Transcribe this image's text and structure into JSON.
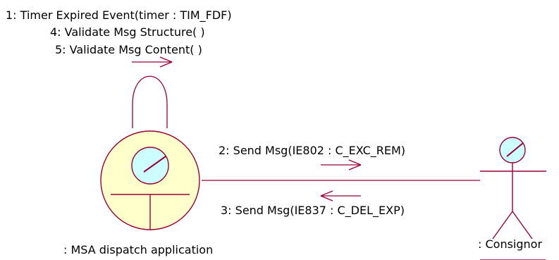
{
  "colors": {
    "line": "#990033",
    "object_fill": "#ffffcc",
    "head_fill": "#ccffff",
    "text": "#000000"
  },
  "self_messages": [
    "1: Timer Expired Event(timer : TIM_FDF)",
    "4: Validate Msg Structure( )",
    "5: Validate Msg Content( )"
  ],
  "messages": {
    "forward": "2: Send Msg(IE802 : C_EXC_REM)",
    "backward": "3: Send Msg(IE837 : C_DEL_EXP)"
  },
  "objects": {
    "application": ": MSA dispatch application",
    "actor": ": Consignor"
  }
}
